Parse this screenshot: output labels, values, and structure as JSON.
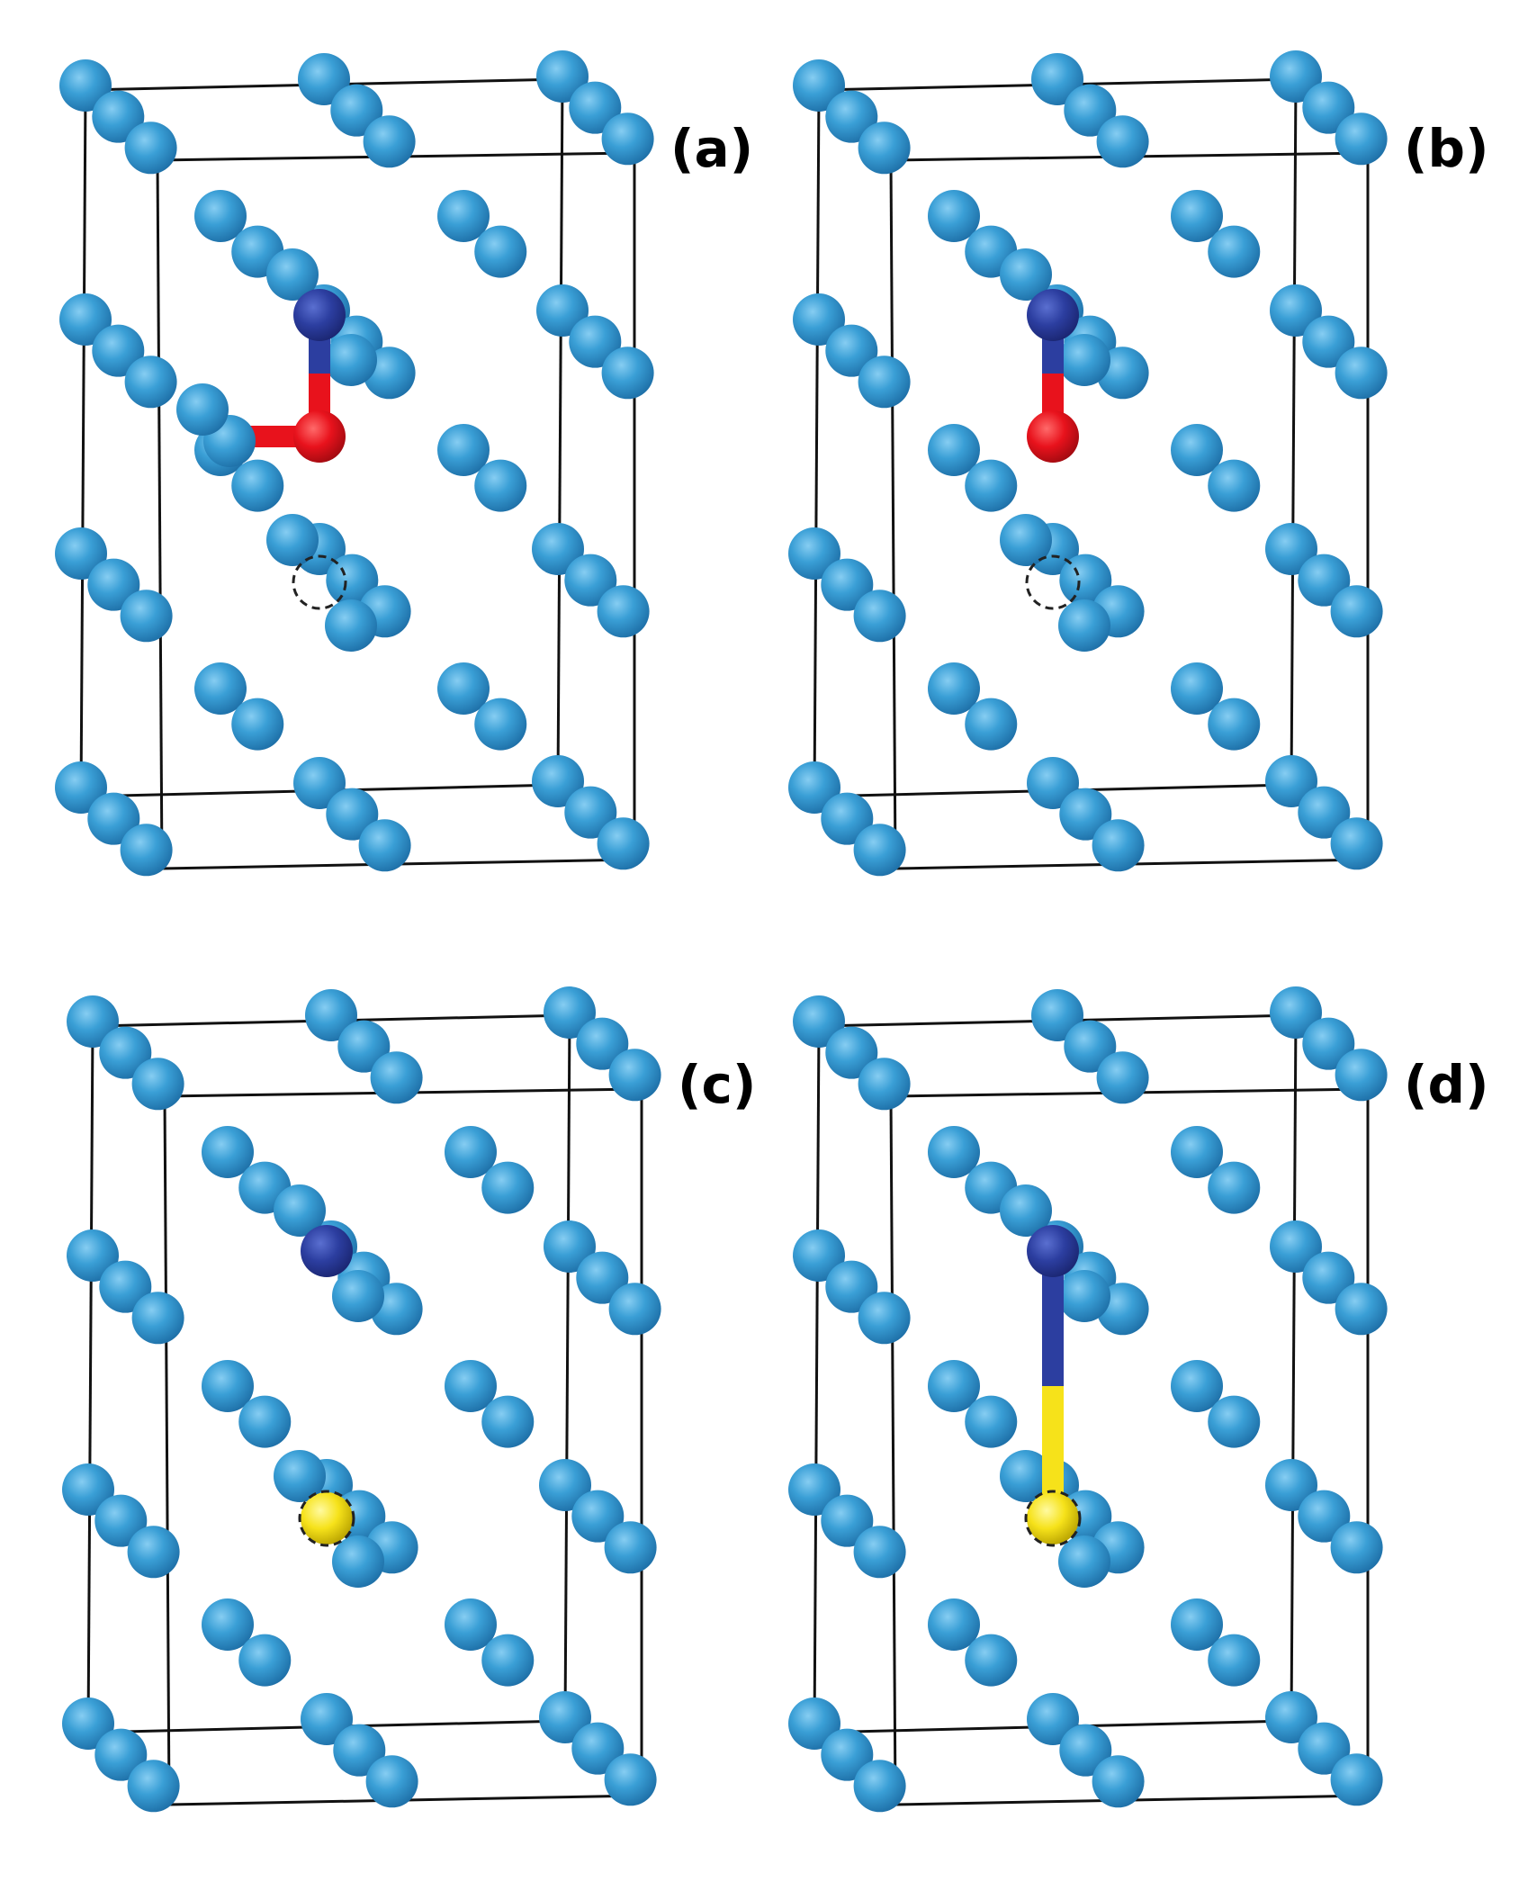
{
  "figure": {
    "panels": [
      {
        "id": "a",
        "label": "(a)",
        "species": [
          "host",
          "dopant-blue",
          "dopant-red"
        ],
        "bond": "blue-red",
        "vacancy_marker": "dashed-circle-empty"
      },
      {
        "id": "b",
        "label": "(b)",
        "species": [
          "host",
          "dopant-blue",
          "dopant-red"
        ],
        "bond": "blue-red",
        "vacancy_marker": "dashed-circle-empty"
      },
      {
        "id": "c",
        "label": "(c)",
        "species": [
          "host",
          "dopant-blue",
          "dopant-yellow"
        ],
        "bond": "none",
        "vacancy_marker": "dashed-circle-around-yellow"
      },
      {
        "id": "d",
        "label": "(d)",
        "species": [
          "host",
          "dopant-blue",
          "dopant-yellow"
        ],
        "bond": "blue-yellow",
        "vacancy_marker": "dashed-circle-around-yellow"
      }
    ]
  },
  "colors": {
    "host_atom": "#3a9fd6",
    "host_atom_dark": "#1f6fa3",
    "dopant_blue": "#2c3ea0",
    "dopant_red": "#e8121c",
    "dopant_yellow": "#f6e21a",
    "cell_edge": "#111111",
    "background": "#ffffff"
  }
}
